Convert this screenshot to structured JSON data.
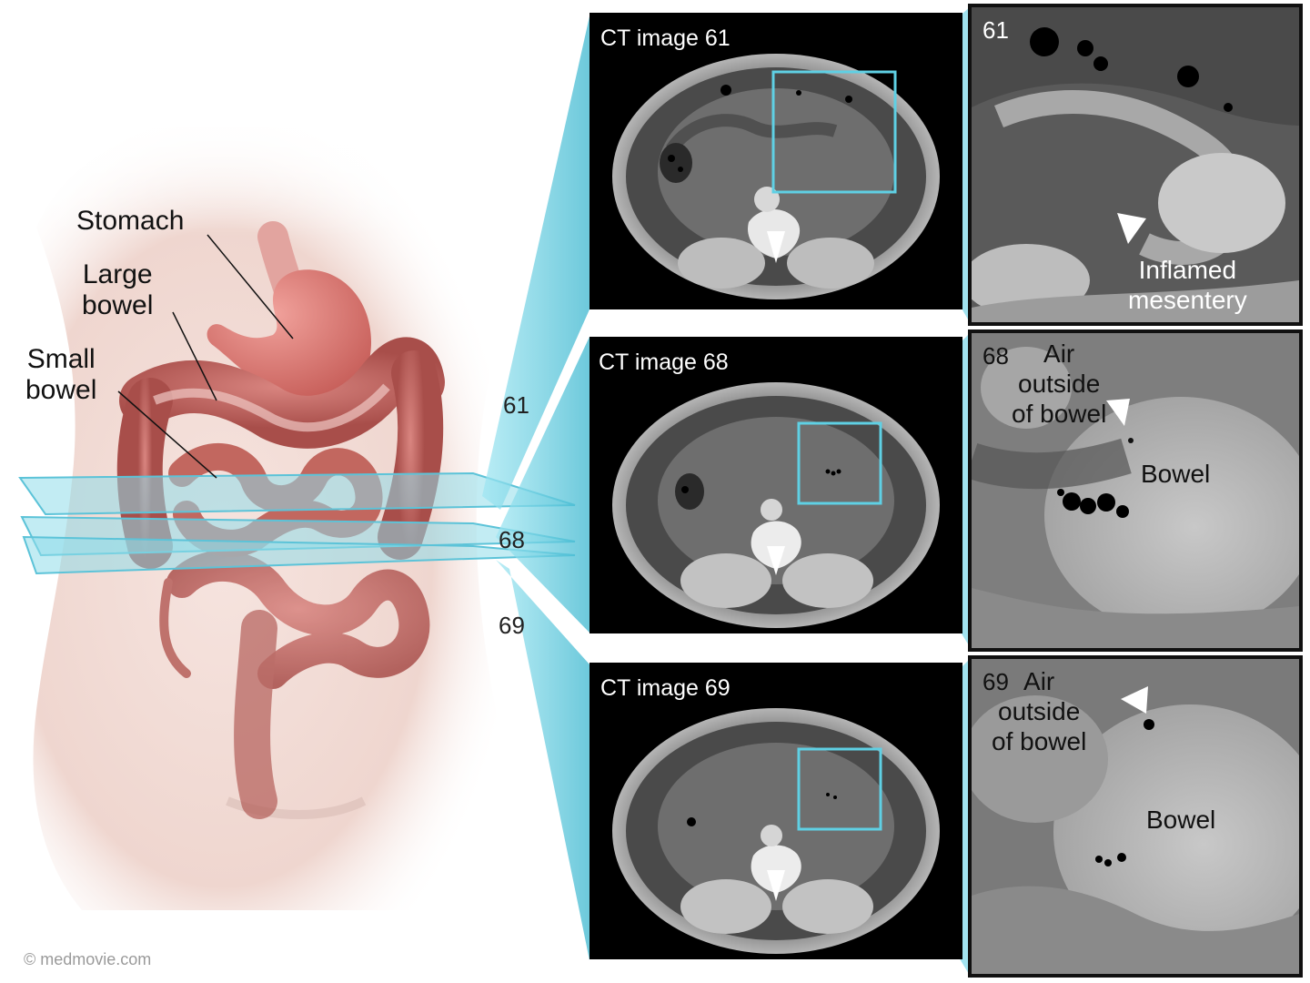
{
  "anatomy": {
    "labels": {
      "stomach": "Stomach",
      "large_bowel": "Large\nbowel",
      "small_bowel": "Small\nbowel"
    },
    "slices": [
      "61",
      "68",
      "69"
    ]
  },
  "ct_panels": [
    {
      "id": "61",
      "title": "CT image 61",
      "zoom_number": "61",
      "zoom_label": "Inflamed\nmesentery",
      "zoom_label2": ""
    },
    {
      "id": "68",
      "title": "CT image 68",
      "zoom_number": "68",
      "zoom_label": "Air\noutside\nof bowel",
      "zoom_label2": "Bowel"
    },
    {
      "id": "69",
      "title": "CT image 69",
      "zoom_number": "69",
      "zoom_label": "Air\noutside\nof bowel",
      "zoom_label2": "Bowel"
    }
  ],
  "credit": "© medmovie.com",
  "colors": {
    "slice_plane": "#6fd3e6",
    "connector": "#55c4da",
    "highlight_box": "#5fd0e4",
    "skin": "#f1dcd6",
    "intestine": "#c26660"
  }
}
